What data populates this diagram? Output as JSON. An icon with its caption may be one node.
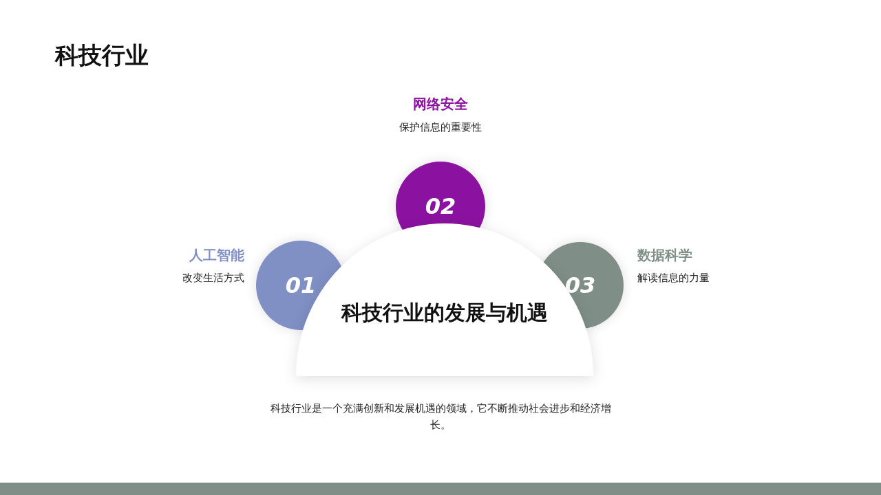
{
  "diagram": {
    "title": "科技行业",
    "nodes": [
      {
        "text": [
          "01"
        ],
        "beside": [
          "人工智能",
          "改变生活方式"
        ]
      },
      {
        "text": [
          "02"
        ],
        "beside": [
          "网络安全",
          "保护信息的重要性"
        ]
      },
      {
        "text": [
          "03"
        ],
        "beside": [
          "数据科学",
          "解读信息的力量"
        ]
      },
      {
        "text": [
          "科技行业的发展与机遇"
        ]
      }
    ],
    "labels": [
      "科技行业是一个充满创新和发展机遇的领域，它不断推动社会进步和经济增长。"
    ]
  }
}
